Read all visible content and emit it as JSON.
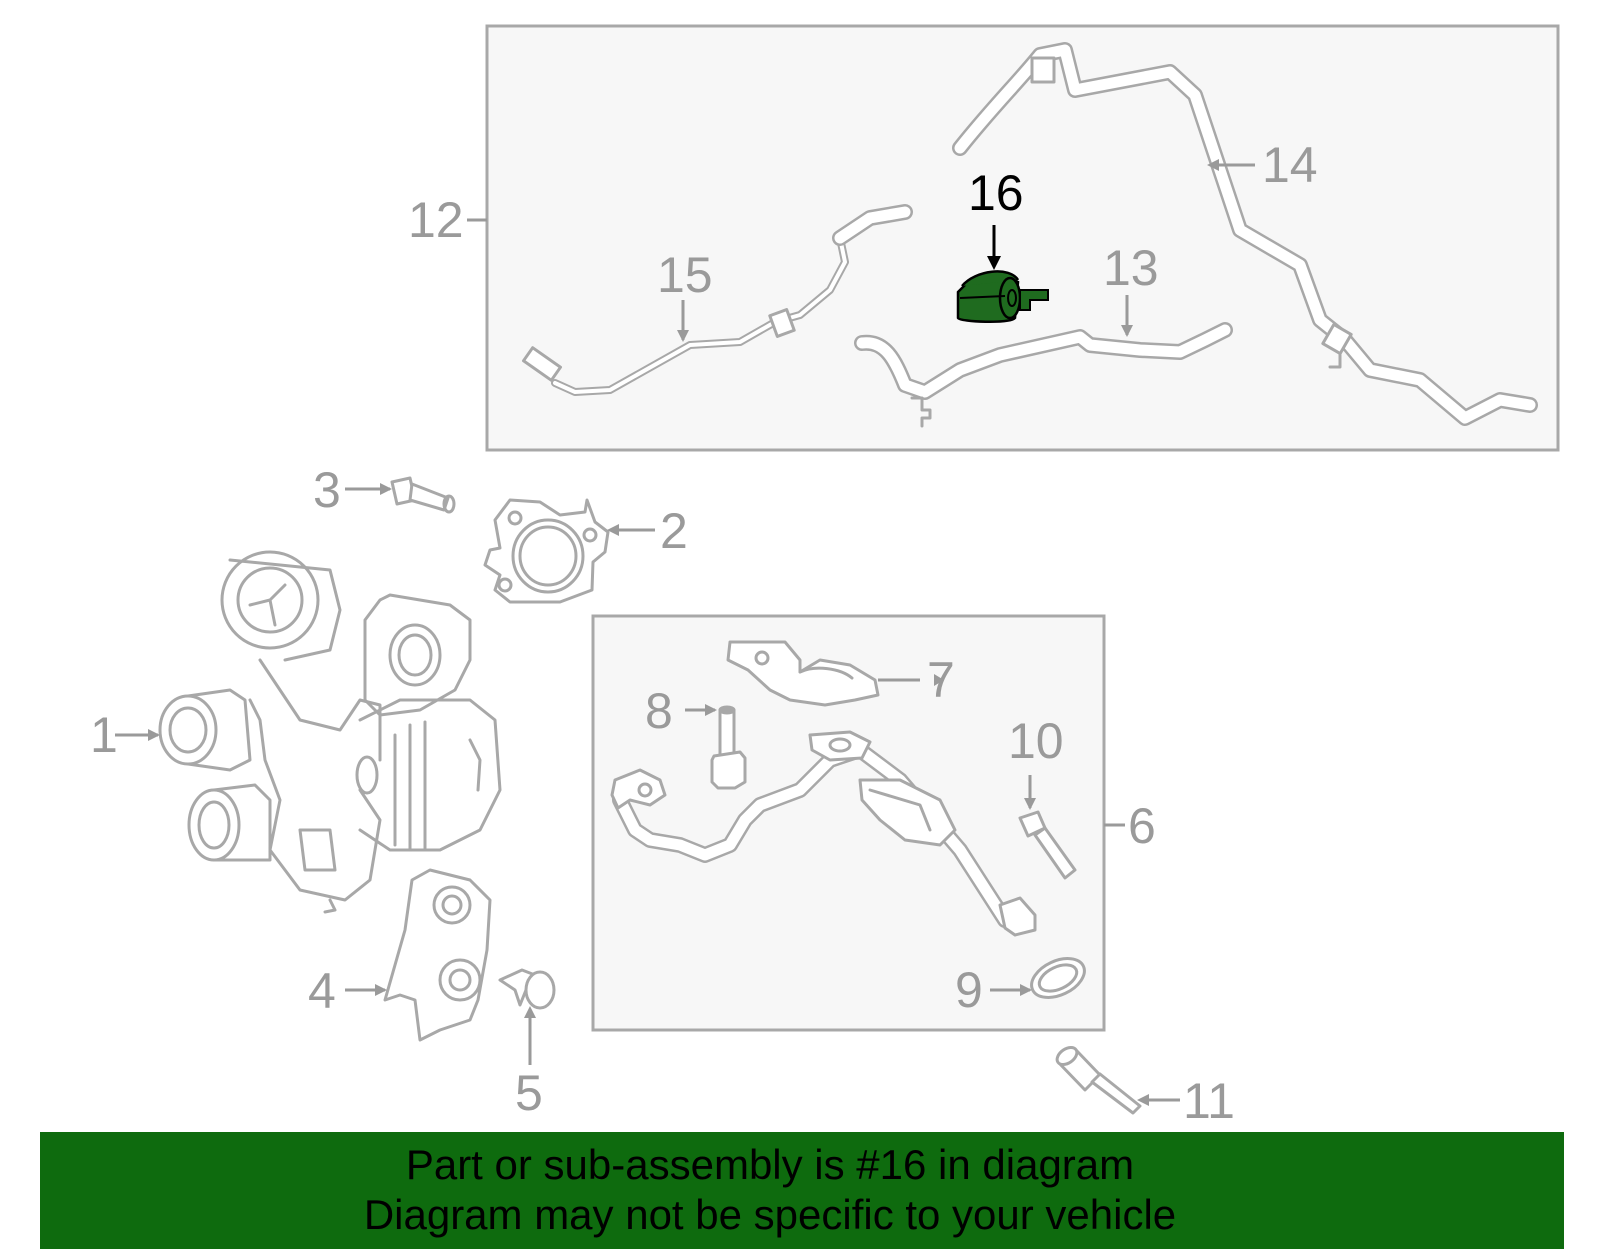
{
  "colors": {
    "highlight_part": "#1f6b1f",
    "banner_background": "#0e6b0e",
    "line_art": "#a8a8a8",
    "panel_background": "#f7f7f7"
  },
  "callouts": [
    {
      "id": "1",
      "label": "1"
    },
    {
      "id": "2",
      "label": "2"
    },
    {
      "id": "3",
      "label": "3"
    },
    {
      "id": "4",
      "label": "4"
    },
    {
      "id": "5",
      "label": "5"
    },
    {
      "id": "6",
      "label": "6"
    },
    {
      "id": "7",
      "label": "7"
    },
    {
      "id": "8",
      "label": "8"
    },
    {
      "id": "9",
      "label": "9"
    },
    {
      "id": "10",
      "label": "10"
    },
    {
      "id": "11",
      "label": "11"
    },
    {
      "id": "12",
      "label": "12"
    },
    {
      "id": "13",
      "label": "13"
    },
    {
      "id": "14",
      "label": "14"
    },
    {
      "id": "15",
      "label": "15"
    },
    {
      "id": "16",
      "label": "16"
    }
  ],
  "highlighted_part": "16",
  "banner": {
    "line1": "Part or sub-assembly is #16 in diagram",
    "line2": "Diagram may not be specific to your vehicle"
  }
}
